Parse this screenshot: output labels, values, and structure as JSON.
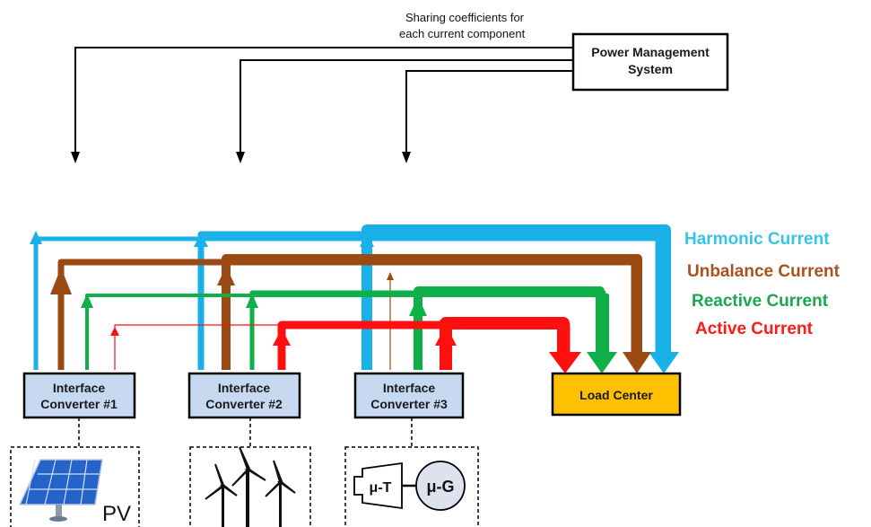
{
  "note": {
    "line1": "Sharing coefficients for",
    "line2": "each current component"
  },
  "pms": {
    "line1": "Power Management",
    "line2": "System"
  },
  "legend": [
    {
      "label": "Harmonic Current",
      "color": "#36c5e6"
    },
    {
      "label": "Unbalance Current",
      "color": "#a9521e"
    },
    {
      "label": "Reactive Current",
      "color": "#1aa84f"
    },
    {
      "label": "Active Current",
      "color": "#ff1a1a"
    }
  ],
  "converters": [
    {
      "line1": "Interface",
      "line2": "Converter #1"
    },
    {
      "line1": "Interface",
      "line2": "Converter #2"
    },
    {
      "line1": "Interface",
      "line2": "Converter #3"
    }
  ],
  "load_center": {
    "label": "Load Center"
  },
  "sources": {
    "pv": "PV",
    "microturbine": "μ-T",
    "microgenerator": "μ-G"
  },
  "colors": {
    "harmonic": "#1ab0e8",
    "unbalance": "#9a4a12",
    "reactive": "#0fb04a",
    "active": "#ff1010",
    "converter_fill": "#c6d9f1",
    "load_fill": "#ffc000",
    "line": "#000000"
  }
}
